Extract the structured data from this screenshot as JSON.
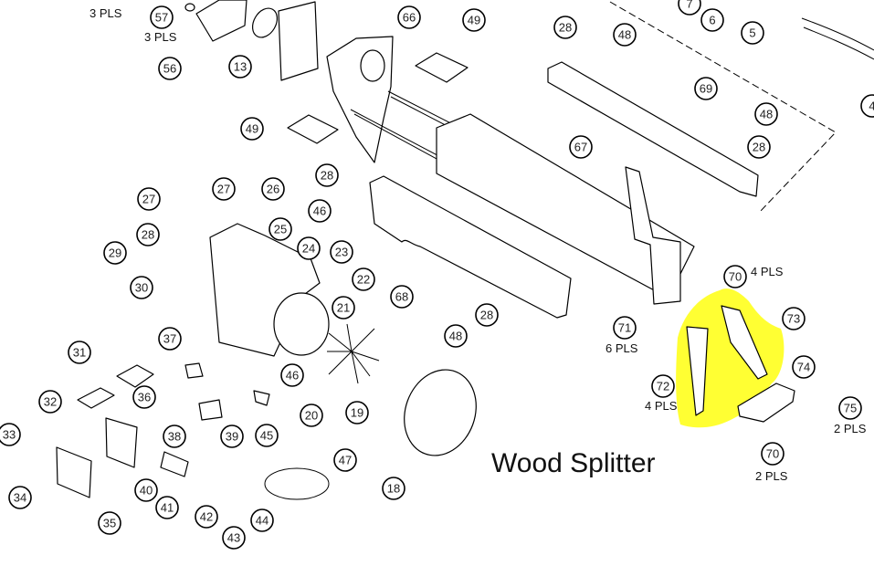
{
  "title": "Wood Splitter",
  "highlight_color": "#ffff33",
  "callouts": [
    {
      "id": "57",
      "label": "57",
      "qty": "3 PLS"
    },
    {
      "id": "56",
      "label": "56"
    },
    {
      "id": "13",
      "label": "13"
    },
    {
      "id": "66",
      "label": "66"
    },
    {
      "id": "49a",
      "label": "49"
    },
    {
      "id": "49b",
      "label": "49"
    },
    {
      "id": "28a",
      "label": "28"
    },
    {
      "id": "48a",
      "label": "48"
    },
    {
      "id": "7",
      "label": "7"
    },
    {
      "id": "6",
      "label": "6"
    },
    {
      "id": "5",
      "label": "5"
    },
    {
      "id": "4",
      "label": "4"
    },
    {
      "id": "69",
      "label": "69"
    },
    {
      "id": "48b",
      "label": "48"
    },
    {
      "id": "28b",
      "label": "28"
    },
    {
      "id": "67",
      "label": "67"
    },
    {
      "id": "28c",
      "label": "28"
    },
    {
      "id": "46a",
      "label": "46"
    },
    {
      "id": "27a",
      "label": "27"
    },
    {
      "id": "27b",
      "label": "27"
    },
    {
      "id": "26",
      "label": "26"
    },
    {
      "id": "25",
      "label": "25"
    },
    {
      "id": "28d",
      "label": "28"
    },
    {
      "id": "29",
      "label": "29"
    },
    {
      "id": "30",
      "label": "30"
    },
    {
      "id": "24",
      "label": "24"
    },
    {
      "id": "23",
      "label": "23"
    },
    {
      "id": "22",
      "label": "22"
    },
    {
      "id": "21",
      "label": "21"
    },
    {
      "id": "68",
      "label": "68"
    },
    {
      "id": "28e",
      "label": "28"
    },
    {
      "id": "48c",
      "label": "48"
    },
    {
      "id": "37",
      "label": "37"
    },
    {
      "id": "31",
      "label": "31"
    },
    {
      "id": "32",
      "label": "32"
    },
    {
      "id": "36",
      "label": "36"
    },
    {
      "id": "33",
      "label": "33"
    },
    {
      "id": "34",
      "label": "34"
    },
    {
      "id": "35",
      "label": "35"
    },
    {
      "id": "38",
      "label": "38"
    },
    {
      "id": "39",
      "label": "39"
    },
    {
      "id": "40",
      "label": "40"
    },
    {
      "id": "41",
      "label": "41"
    },
    {
      "id": "42",
      "label": "42"
    },
    {
      "id": "43",
      "label": "43"
    },
    {
      "id": "44",
      "label": "44"
    },
    {
      "id": "45",
      "label": "45"
    },
    {
      "id": "46b",
      "label": "46"
    },
    {
      "id": "20",
      "label": "20"
    },
    {
      "id": "19",
      "label": "19"
    },
    {
      "id": "47",
      "label": "47"
    },
    {
      "id": "18",
      "label": "18"
    },
    {
      "id": "70a",
      "label": "70",
      "qty": "4 PLS"
    },
    {
      "id": "71",
      "label": "71",
      "qty": "6 PLS"
    },
    {
      "id": "72",
      "label": "72",
      "qty": "4 PLS"
    },
    {
      "id": "73",
      "label": "73"
    },
    {
      "id": "74",
      "label": "74"
    },
    {
      "id": "75",
      "label": "75",
      "qty": "2 PLS"
    },
    {
      "id": "70b",
      "label": "70",
      "qty": "2 PLS"
    }
  ],
  "extra_qty_top_left": "3 PLS"
}
